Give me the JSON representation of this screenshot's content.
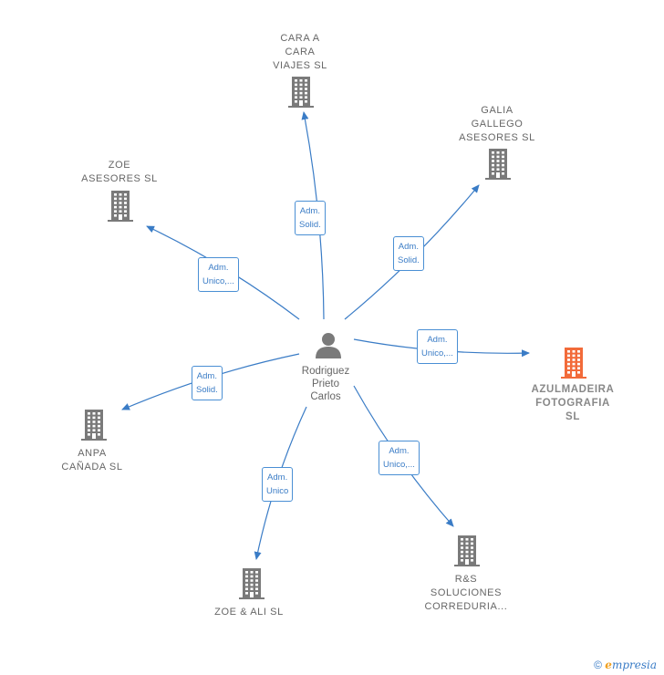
{
  "center": {
    "label": "Rodriguez\nPrieto\nCarlos"
  },
  "companies": [
    {
      "id": "cara",
      "label": "CARA A\nCARA\nVIAJES  SL",
      "color": "#7a7a7a"
    },
    {
      "id": "galia",
      "label": "GALIA\nGALLEGO\nASESORES  SL",
      "color": "#7a7a7a"
    },
    {
      "id": "zoe-asesores",
      "label": "ZOE\nASESORES SL",
      "color": "#7a7a7a"
    },
    {
      "id": "azul",
      "label": "AZULMADEIRA\nFOTOGRAFIA\nSL",
      "color": "#f26b3a"
    },
    {
      "id": "anpa",
      "label": "ANPA\nCAÑADA  SL",
      "color": "#7a7a7a"
    },
    {
      "id": "rs",
      "label": "R&S\nSOLUCIONES\nCORREDURIA...",
      "color": "#7a7a7a"
    },
    {
      "id": "zoe-ali",
      "label": "ZOE & ALI SL",
      "color": "#7a7a7a"
    }
  ],
  "edges": [
    {
      "to": "cara",
      "label": "Adm.\nSolid."
    },
    {
      "to": "galia",
      "label": "Adm.\nSolid."
    },
    {
      "to": "zoe-asesores",
      "label": "Adm.\nUnico,..."
    },
    {
      "to": "azul",
      "label": "Adm.\nUnico,..."
    },
    {
      "to": "anpa",
      "label": "Adm.\nSolid."
    },
    {
      "to": "rs",
      "label": "Adm.\nUnico,..."
    },
    {
      "to": "zoe-ali",
      "label": "Adm.\nUnico"
    }
  ],
  "colors": {
    "edge": "#3a7cc6",
    "node": "#7a7a7a",
    "focus": "#f26b3a",
    "person": "#7a7a7a"
  },
  "footer": {
    "copyright": "©",
    "brand_e": "e",
    "brand_rest": "mpresia"
  }
}
